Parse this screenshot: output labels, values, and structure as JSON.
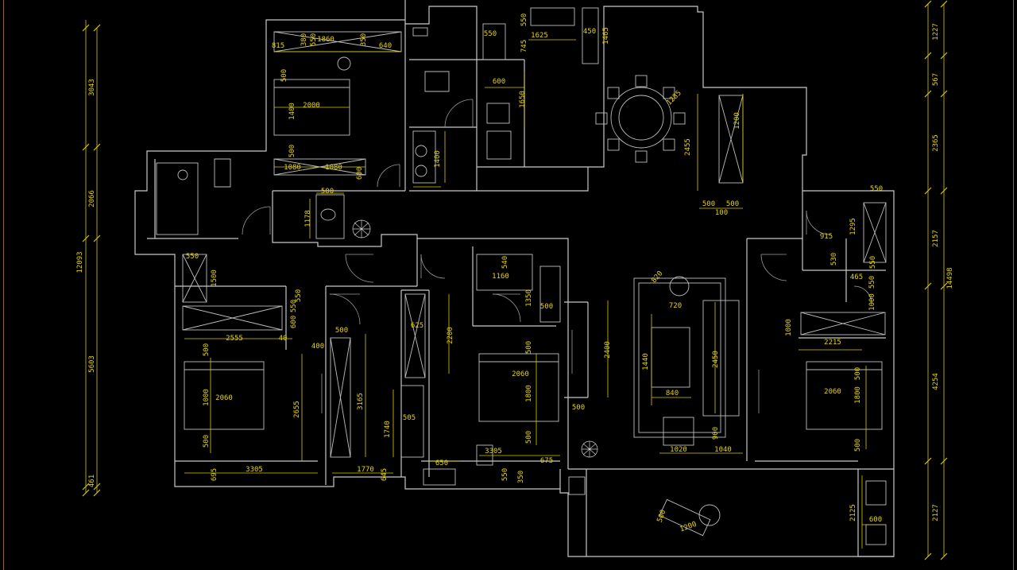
{
  "drawing": {
    "left_dims": [
      "3043",
      "2066",
      "5603",
      "461"
    ],
    "left_total": "12093",
    "right_dims": [
      "1227",
      "567",
      "2365",
      "2157",
      "4254",
      "2127"
    ],
    "right_total": "14498",
    "room_dims": [
      "815",
      "380",
      "550",
      "1860",
      "350",
      "640",
      "500",
      "2000",
      "1400",
      "500",
      "1080",
      "1080",
      "600",
      "500",
      "1178",
      "550",
      "1500",
      "600",
      "550",
      "550",
      "2555",
      "40",
      "400",
      "500",
      "2060",
      "1000",
      "500",
      "2655",
      "3305",
      "695",
      "500",
      "3165",
      "1740",
      "505",
      "1770",
      "645",
      "540",
      "1160",
      "1350",
      "500",
      "2200",
      "625",
      "2060",
      "1800",
      "500",
      "500",
      "3305",
      "650",
      "675",
      "350",
      "550",
      "2400",
      "1440",
      "840",
      "2450",
      "820",
      "720",
      "1020",
      "900",
      "1040",
      "500",
      "915",
      "530",
      "465",
      "550",
      "1000",
      "550",
      "1295",
      "550",
      "1000",
      "2215",
      "2060",
      "1800",
      "500",
      "500",
      "2125",
      "600",
      "1200",
      "500",
      "550",
      "1625",
      "450",
      "1465",
      "550",
      "745",
      "600",
      "1650",
      "1200",
      "2455",
      "1285",
      "500",
      "500",
      "100",
      "1400"
    ],
    "colors": {
      "background": "#000000",
      "walls": "#c8c8c8",
      "dimensions": "#e6d400",
      "frame": "#8a6a2a"
    }
  }
}
